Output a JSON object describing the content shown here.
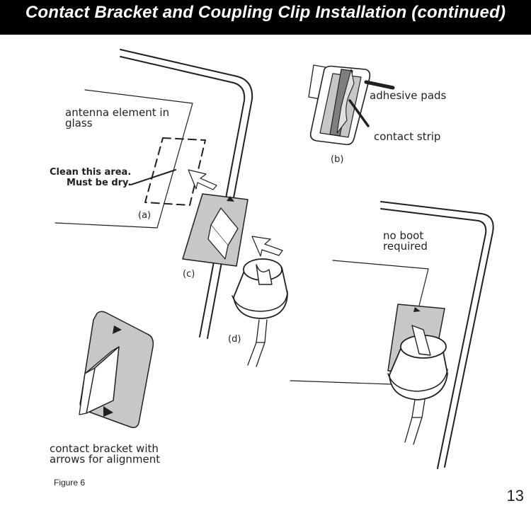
{
  "header": {
    "title": "Contact Bracket and Coupling Clip Installation (continued)"
  },
  "labels": {
    "antenna": "antenna element in\nglass",
    "clean": "Clean this area.\nMust be dry.",
    "a": "(a)",
    "b": "(b)",
    "c": "(c)",
    "d": "(d)",
    "adhesive": "adhesive pads",
    "contact_strip": "contact strip",
    "no_boot": "no boot\nrequired",
    "bracket": "contact bracket with\narrows for alignment"
  },
  "figure_caption": "Figure 6",
  "page_number": "13"
}
